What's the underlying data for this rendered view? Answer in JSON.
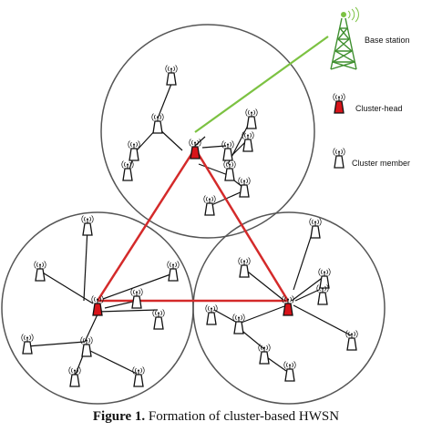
{
  "legend": {
    "base_station_label": "Base station",
    "cluster_head_label": "Cluster-head",
    "cluster_member_label": "Cluster member"
  },
  "caption": {
    "figure_label": "Figure 1.",
    "text": " Formation of cluster-based HWSN"
  },
  "colors": {
    "cluster_head_fill": "#d8141a",
    "head_link": "#d42a2a",
    "base_station_link": "#7cc242",
    "member_link": "#111111",
    "cluster_circle": "#555555"
  },
  "icons": {
    "cluster_head": "cluster-head-node-icon",
    "cluster_member": "cluster-member-node-icon",
    "base_station": "base-station-tower-icon"
  }
}
